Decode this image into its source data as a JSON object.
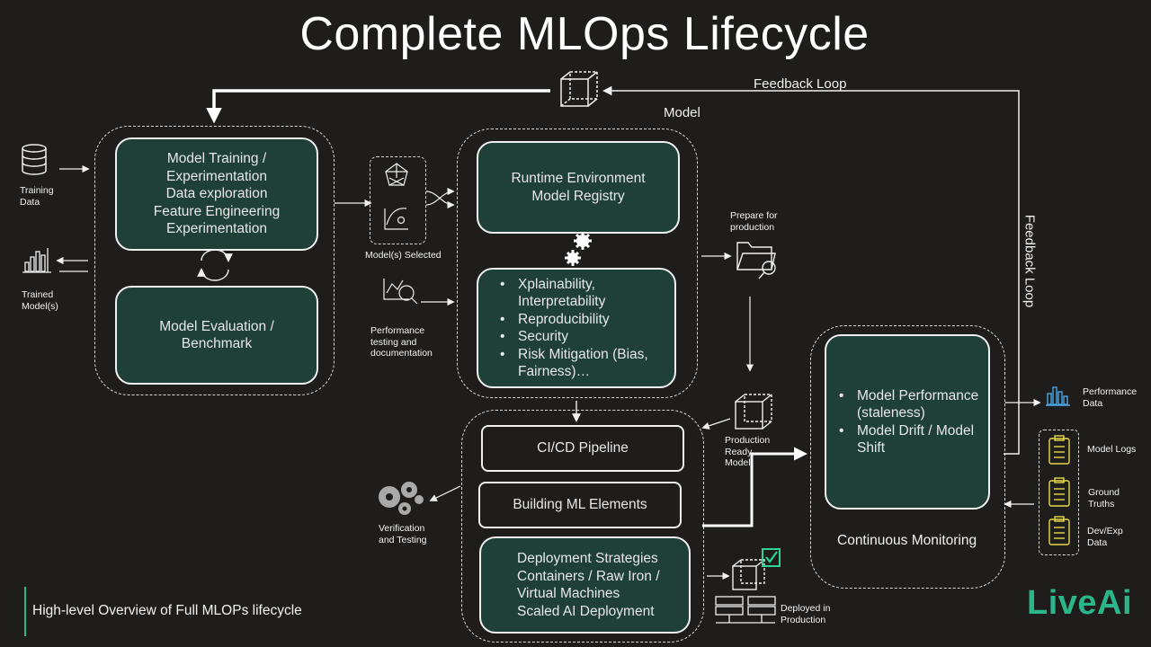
{
  "title": "Complete MLOps Lifecycle",
  "footer": "High-level Overview of Full MLOPs lifecycle",
  "brand": "LiveAi",
  "labels": {
    "feedback_loop_top": "Feedback Loop",
    "feedback_loop_side": "Feedback Loop",
    "model": "Model",
    "continuous_monitoring": "Continuous Monitoring"
  },
  "boxes": {
    "training_lines": [
      "Model Training /",
      "Experimentation",
      "Data exploration",
      "Feature Engineering",
      "Experimentation"
    ],
    "evaluation_lines": [
      "Model Evaluation /",
      "Benchmark"
    ],
    "runtime_lines": [
      "Runtime Environment",
      "Model Registry"
    ],
    "quality_bullets": [
      "Xplainability, Interpretability",
      "Reproducibility",
      "Security",
      "Risk Mitigation (Bias, Fairness)…"
    ],
    "cicd": "CI/CD Pipeline",
    "building": "Building ML Elements",
    "deployment_lines": [
      "Deployment Strategies",
      "Containers / Raw Iron /",
      "Virtual Machines",
      "Scaled AI Deployment"
    ],
    "monitoring_bullets": [
      "Model Performance (staleness)",
      "Model Drift / Model Shift"
    ]
  },
  "small_labels": {
    "training_data": [
      "Training",
      "Data"
    ],
    "trained_models": [
      "Trained",
      "Model(s)"
    ],
    "models_selected": [
      "Model(s) Selected"
    ],
    "performance_testing": [
      "Performance",
      "testing and",
      "documentation"
    ],
    "prepare_production": [
      "Prepare for",
      "production"
    ],
    "production_ready": [
      "Production",
      "Ready",
      "Model"
    ],
    "verification": [
      "Verification",
      "and Testing"
    ],
    "deployed": [
      "Deployed in",
      "Production"
    ],
    "performance_data": [
      "Performance",
      "Data"
    ],
    "model_logs": [
      "Model Logs"
    ],
    "ground_truths": [
      "Ground",
      "Truths"
    ],
    "dev_exp_data": [
      "Dev/Exp",
      "Data"
    ]
  },
  "colors": {
    "background": "#1e1d1c",
    "box_fill": "#1e4037",
    "brand": "#2bb58a",
    "doc_icon": "#e9d84a",
    "check": "#2bd39a",
    "chart_icon": "#4aa6e6"
  }
}
